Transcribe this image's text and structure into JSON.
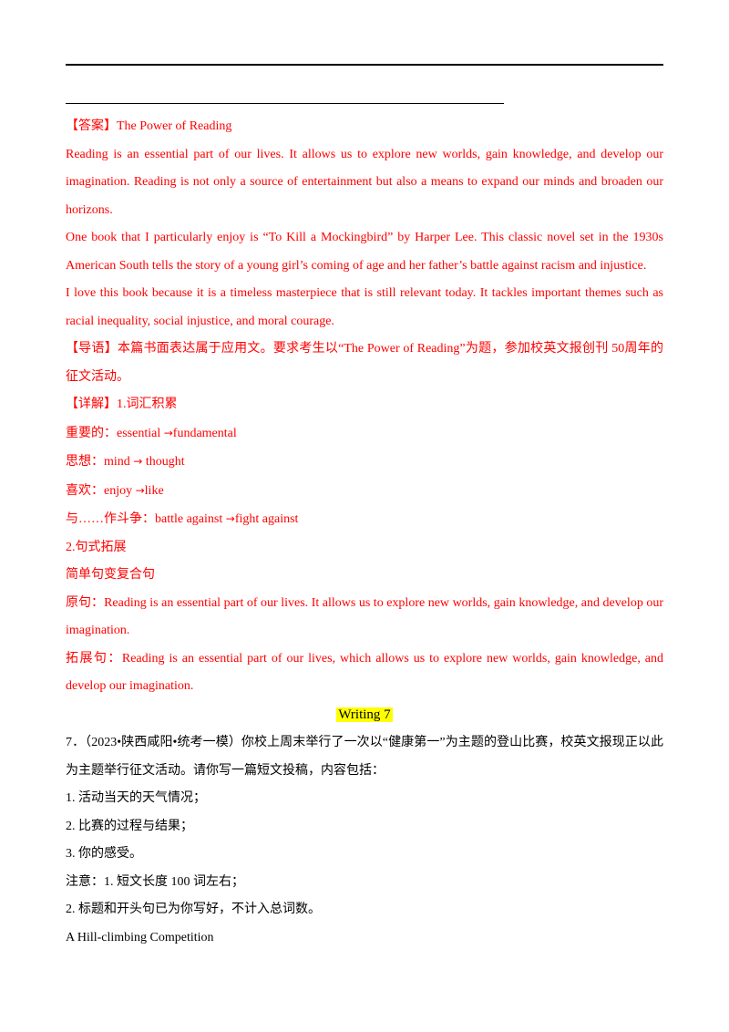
{
  "answer": {
    "tag": "【答案】",
    "title": "The Power of Reading",
    "para1": "Reading is an essential part of our lives. It allows us to explore new worlds, gain knowledge, and develop our imagination. Reading is not only a source of entertainment but also a means to expand our minds and broaden our horizons.",
    "para2": "One book that I particularly enjoy is “To Kill a Mockingbird” by Harper Lee. This classic novel set in the 1930s American South tells the story of a young girl’s coming of age and her father’s battle against racism and injustice.",
    "para3": "I love this book because it is a timeless masterpiece that is still relevant today. It tackles important themes such as racial inequality, social injustice, and moral courage."
  },
  "guide": {
    "tag": "【导语】",
    "text": "本篇书面表达属于应用文。要求考生以“The Power of Reading”为题，参加校英文报创刊 50周年的征文活动。"
  },
  "detail": {
    "tag": "【详解】",
    "heading1": "1.词汇积累",
    "vocab": [
      {
        "zh": "重要的：",
        "from": "essential ",
        "arrow": "→",
        "to": "fundamental"
      },
      {
        "zh": "思想：",
        "from": "mind ",
        "arrow": "→",
        "to": " thought"
      },
      {
        "zh": "喜欢：",
        "from": "enjoy ",
        "arrow": "→",
        "to": "like"
      },
      {
        "zh": "与……作斗争：",
        "from": "battle against ",
        "arrow": "→",
        "to": "fight against"
      }
    ],
    "heading2": "2.句式拓展",
    "subheading": "简单句变复合句",
    "orig_label": "原句：",
    "orig_text": "Reading is an essential part of our lives. It allows us to explore new worlds, gain knowledge, and develop our imagination.",
    "ext_label": "拓展句：",
    "ext_text": "Reading is an essential part of our lives, which allows us to explore new worlds, gain knowledge, and develop our imagination."
  },
  "writing": {
    "heading": "Writing  7",
    "intro": "7．（2023•陕西咸阳•统考一模）你校上周末举行了一次以“健康第一”为主题的登山比赛，校英文报现正以此为主题举行征文活动。请你写一篇短文投稿，内容包括：",
    "items": [
      "1. 活动当天的天气情况；",
      "2. 比赛的过程与结果；",
      "3. 你的感受。"
    ],
    "note1": "注意：1. 短文长度 100 词左右；",
    "note2": "2. 标题和开头句已为你写好，不计入总词数。",
    "title": "A Hill-climbing Competition"
  }
}
